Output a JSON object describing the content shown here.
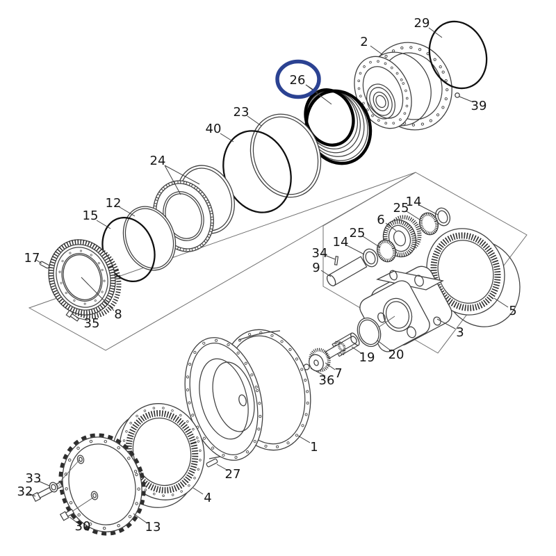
{
  "diagram": {
    "kind": "exploded-parts-diagram",
    "subject": "final drive planetary gearbox assembly",
    "background": "#ffffff",
    "line_color": "#3f3f3f",
    "highlight": {
      "part": "26",
      "color": "#2b4292",
      "shape": "ellipse-callout"
    }
  },
  "labels": {
    "p1": "1",
    "p2": "2",
    "p3": "3",
    "p4": "4",
    "p5": "5",
    "p6": "6",
    "p7": "7",
    "p8": "8",
    "p9": "9",
    "p12": "12",
    "p13": "13",
    "p14": "14",
    "p15": "15",
    "p17": "17",
    "p19": "19",
    "p20": "20",
    "p23": "23",
    "p24": "24",
    "p25": "25",
    "p26": "26",
    "p27": "27",
    "p29": "29",
    "p30": "30",
    "p32": "32",
    "p33": "33",
    "p34": "34",
    "p35": "35",
    "p36": "36",
    "p39": "39",
    "p40": "40"
  }
}
